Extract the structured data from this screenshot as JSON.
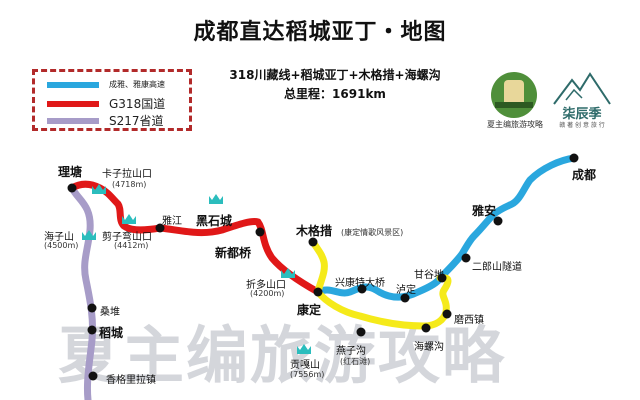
{
  "title": "成都直达稻城亚丁・地图",
  "legend": {
    "items": [
      {
        "label": "成雅、雅康高速",
        "color": "#2aa7de"
      },
      {
        "label": "G318国道",
        "color": "#e01818"
      },
      {
        "label": "S217省道",
        "color": "#a79cc8"
      }
    ],
    "border_color": "#b22a2a"
  },
  "subtitle": {
    "route": "318川藏线+稻城亚丁+木格措+海螺沟",
    "distance": "总里程：1691km"
  },
  "logos": {
    "logo1_caption": "夏主编旅游攻略",
    "logo1_badge": "夏主编旅游攻略",
    "logo2_name": "柒辰季",
    "logo2_caption": "赣 著 创 意 旅 行"
  },
  "map": {
    "cities": {
      "chengdu": "成都",
      "yaan": "雅安",
      "kangding": "康定",
      "litang": "理塘",
      "daocheng": "稻城",
      "xinduqiao": "新都桥",
      "mugecuo": "木格措",
      "heishicheng": "黑石城"
    },
    "places": {
      "erlangshan": "二郎山隧道",
      "ganggudi": "甘谷地",
      "luding": "泸定",
      "xingkang": "兴康特大桥",
      "moxi": "磨西镇",
      "hailuogou": "海螺沟",
      "yanzigou": "燕子沟",
      "yanzigou_note": "(红石滩)",
      "yajiang": "雅江",
      "sangdui": "桑堆",
      "xianggelila": "香格里拉镇",
      "mugecuo_note": "(康定情歌风景区)"
    },
    "passes": [
      {
        "name": "卡子拉山口",
        "elev": "(4718m)"
      },
      {
        "name": "剪子弯山口",
        "elev": "(4412m)"
      },
      {
        "name": "海子山",
        "elev": "(4500m)"
      },
      {
        "name": "折多山口",
        "elev": "(4200m)"
      },
      {
        "name": "贡嘎山",
        "elev": "(7556m)"
      }
    ],
    "colors": {
      "highway": "#2aa7de",
      "g318": "#e01818",
      "s217": "#a79cc8",
      "scenic": "#f5ea1a",
      "mountain": "#2bbdbd",
      "node": "#111111"
    }
  },
  "watermark": "夏主编旅游攻略"
}
